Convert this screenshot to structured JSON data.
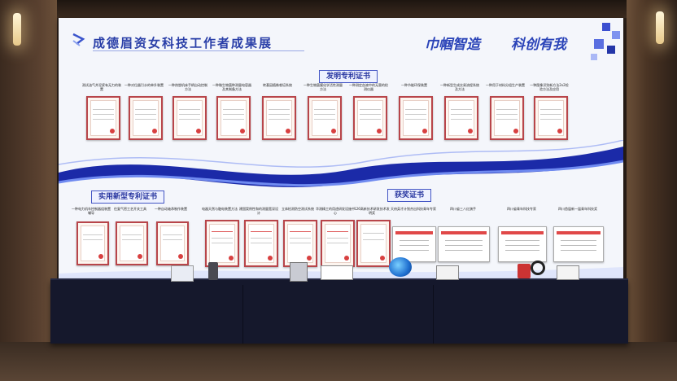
{
  "exhibition": {
    "title": "成德眉资女科技工作者成果展",
    "slogan_left": "巾帼智造",
    "slogan_right": "科创有我"
  },
  "sections": {
    "invention": "发明专利证书",
    "utility": "实用新型专利证书",
    "awards": "获奖证书"
  },
  "invention_captions": [
    "测试油气井泥浆有无力的装置",
    "一种对位器引水的单升装置",
    "一种热塑机床手柄自动控制方法",
    "一种微生物菌种测量电容器及其制备方法",
    "转基因植株栽培系统",
    "一种生物菌膜化学活性测量方法",
    "一种测定血液中的无害的检测仪器",
    "一种节能环保装置",
    "一种新型生成交易流程系统及方法",
    "一种用于材料分组生产装置",
    "一种图像识别新方法2x2检验方法及应用"
  ],
  "utility_captions": [
    "一种电力机车控制器组装置辅导",
    "往复气密工艺开关工具",
    "一种自动轴承制作装置"
  ],
  "award_captions": [
    "电器天然与融电装置方法",
    "建国案例性和的测量宽深设计",
    "立体检测防空测试系统",
    "华测精工的用途研发设施中心"
  ],
  "prize_captions": [
    "126高新技术研发技术发明奖",
    "天府英才计划杰出科技青年专家",
    "四川省三八红旗手",
    "四川省青年科技专家",
    "四川首届新一届青年科技奖"
  ],
  "colors": {
    "accent": "#2b44b8",
    "wave_dark": "#1b2aa8",
    "wave_light": "#6f8af0",
    "cert_frame": "#b8454a",
    "table_cloth": "#15182c"
  }
}
